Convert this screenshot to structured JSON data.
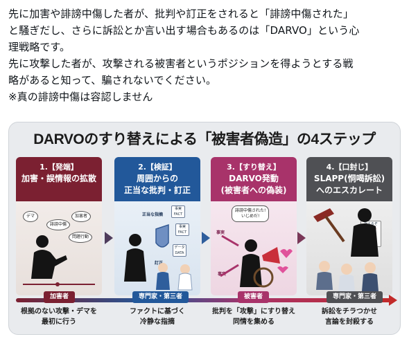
{
  "post": {
    "lines": [
      "先に加害や誹謗中傷した者が、批判や訂正をされると「誹謗中傷された」",
      "と騒ぎだし、さらに訴訟とか言い出す場合もあるのは「DARVO」という心",
      "理戦略です。",
      "先に攻撃した者が、攻撃される被害者というポジションを得ようとする戦",
      "略があると知って、騙されないでください。",
      "※真の誹謗中傷は容認しません"
    ]
  },
  "infographic": {
    "title": "DARVOのすり替えによる「被害者偽造」の4ステップ",
    "steps": [
      {
        "head_num": "1.【発端】",
        "head_title": "加害・誤情報の拡散",
        "tag": "加害者",
        "caption": [
          "根拠のない攻撃・デマを",
          "最初に行う"
        ],
        "bubbles": [
          "デマ",
          "誹謗中傷",
          "加害者",
          "問題行動"
        ]
      },
      {
        "head_num": "2.【検証】",
        "head_title": [
          "周囲からの",
          "正当な批判・訂正"
        ],
        "tag": "専門家・第三者",
        "caption": [
          "ファクトに基づく",
          "冷静な指摘"
        ],
        "labels": [
          "正当な指摘",
          "訂正"
        ],
        "docs": [
          "事実 FACT",
          "事実 FACT",
          "データ DATA"
        ]
      },
      {
        "head_num": "3.【すり替え】",
        "head_title": [
          "DARVO発動",
          "(被害者への偽装)"
        ],
        "tag": "被害者",
        "caption": [
          "批判を「攻撃」にすり替え",
          "同情を集める"
        ],
        "speech": [
          "誹謗中傷された!",
          "いじめだ!"
        ],
        "labels": [
          "事実",
          "事実"
        ]
      },
      {
        "head_num": "4.【口封じ】",
        "head_title": [
          "SLAPP(恫喝訴訟)",
          "へのエスカレート"
        ],
        "tag": "専門家・第三者",
        "caption": [
          "訴訟をチラつかせ",
          "言論を封殺する"
        ],
        "doc_labels": [
          "訴えるぞ",
          "SLAPP"
        ]
      }
    ]
  },
  "colors": {
    "step1": "#7b2031",
    "step2": "#22589a",
    "step3": "#a8336a",
    "step4": "#4f5054"
  }
}
